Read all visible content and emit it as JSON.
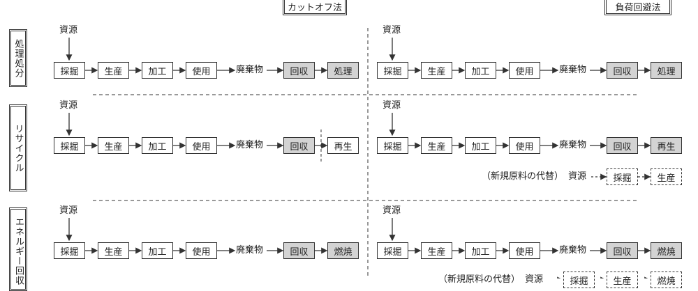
{
  "headers": {
    "cutoff": "カットオフ法",
    "avoided": "負荷回避法"
  },
  "row_labels": {
    "disposal": "処理処分",
    "recycle": "リサイクル",
    "energy": "エネルギー回収"
  },
  "steps": {
    "resource": "資源",
    "mining": "採掘",
    "production": "生産",
    "processing": "加工",
    "use": "使用",
    "waste": "廃棄物",
    "collection": "回収",
    "treatment": "処理",
    "regeneration": "再生",
    "combustion": "燃焼"
  },
  "substitution": {
    "virgin_material": "（新規原料の代替）"
  }
}
